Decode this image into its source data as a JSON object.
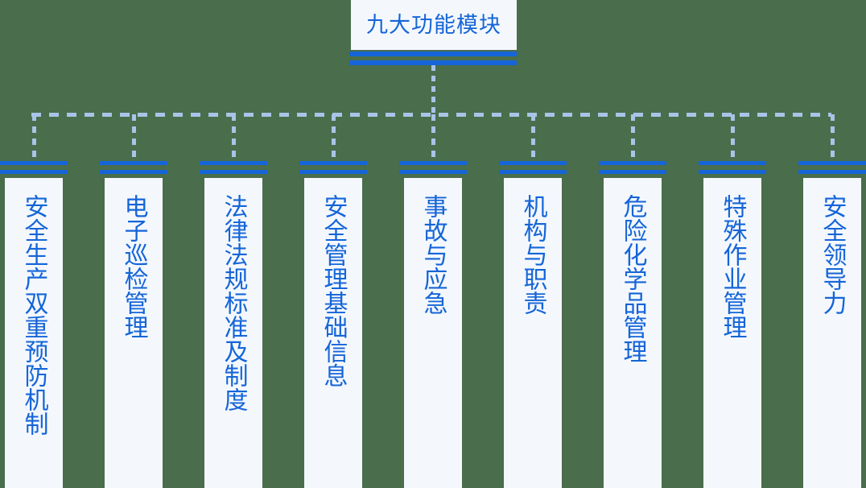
{
  "theme": {
    "background_color": "#4a6d4c",
    "card_background": "#f4f8fd",
    "accent_color": "#1565d8",
    "connector_color": "#a8c4e8",
    "text_color": "#1565d8"
  },
  "root": {
    "label": "九大功能模块"
  },
  "modules": [
    {
      "label": "安全生产双重预防机制"
    },
    {
      "label": "电子巡检管理"
    },
    {
      "label": "法律法规标准及制度"
    },
    {
      "label": "安全管理基础信息"
    },
    {
      "label": "事故与应急"
    },
    {
      "label": "机构与职责"
    },
    {
      "label": "危险化学品管理"
    },
    {
      "label": "特殊作业管理"
    },
    {
      "label": "安全领导力"
    }
  ]
}
